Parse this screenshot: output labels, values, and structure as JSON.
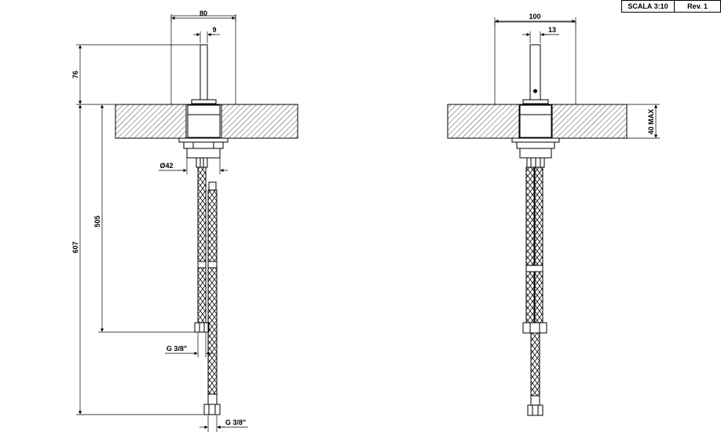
{
  "title_block": {
    "scale": "SCALA 3:10",
    "revision": "Rev. 1"
  },
  "left_view": {
    "width_dim": "80",
    "spout_dim": "9",
    "height_dim": "76",
    "diameter_dim": "Ø42",
    "hose_length_dim": "505",
    "total_length_dim": "607",
    "connection_upper": "G 3/8\"",
    "connection_lower": "G 3/8\""
  },
  "right_view": {
    "width_dim": "100",
    "spout_dim": "13",
    "thickness_dim": "40 MAX"
  }
}
